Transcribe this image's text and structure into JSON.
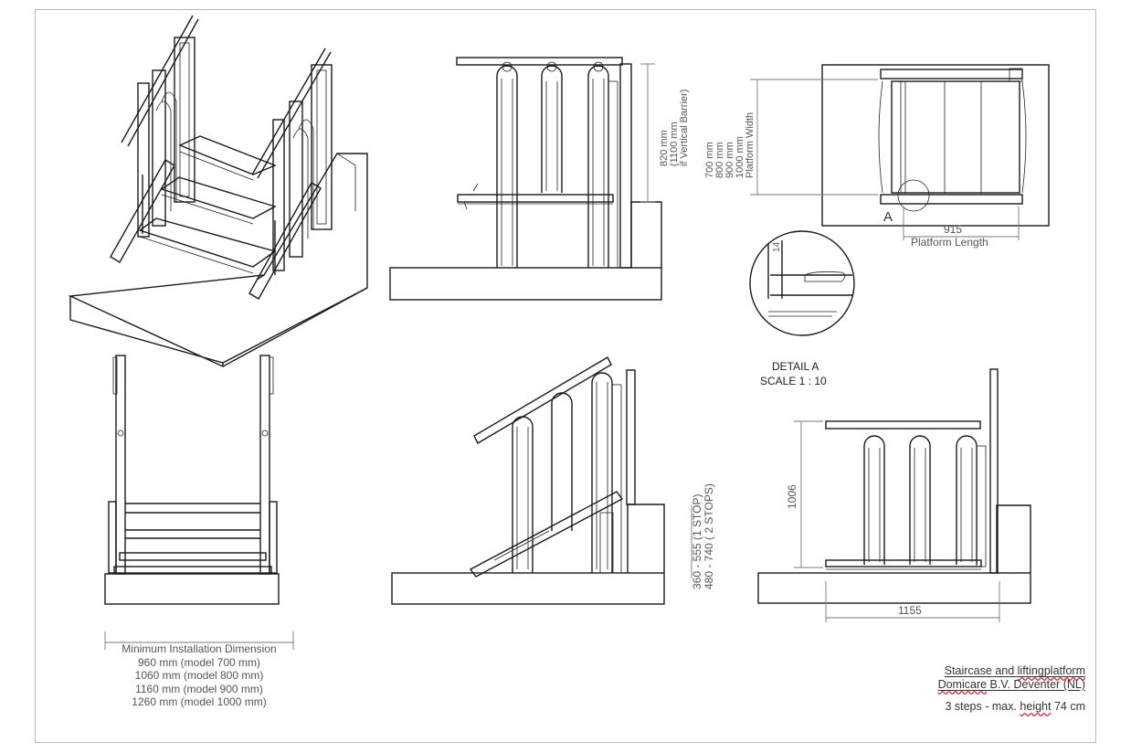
{
  "dimensions": {
    "barrier_height": "820 mm",
    "barrier_height_alt": "(1100 mm",
    "barrier_height_alt2": "if Vertical Barrier)",
    "platform_width_sizes": [
      "700 mm",
      "800 mm",
      "900 mm",
      "1000 mm"
    ],
    "platform_width_label": "Platform Width",
    "platform_length_value": "915",
    "platform_length_label": "Platform Length",
    "detail_callout": "A",
    "detail_small_dim": "14",
    "detail_title": "DETAIL A",
    "detail_scale": "SCALE 1 : 10",
    "lift_height_1": "360 - 555 (1 STOP)",
    "lift_height_2": "480 - 740 ( 2 STOPS)",
    "rail_height": "1006",
    "overall_length": "1155"
  },
  "min_install": {
    "heading": "Minimum Installation Dimension",
    "lines": [
      "960 mm (model 700 mm)",
      "1060 mm (model 800 mm)",
      "1160 mm (model 900 mm)",
      "1260 mm (model 1000 mm)"
    ]
  },
  "title_block": {
    "line1_word1": "Staircase",
    "line1_rest": " and ",
    "line1_word2": "liftingplatform",
    "line2_word1": "Domicare",
    "line2_rest": " B.V. Deventer (NL)",
    "line3_pre": "3 steps - max. ",
    "line3_word": "height",
    "line3_post": " 74 cm"
  }
}
